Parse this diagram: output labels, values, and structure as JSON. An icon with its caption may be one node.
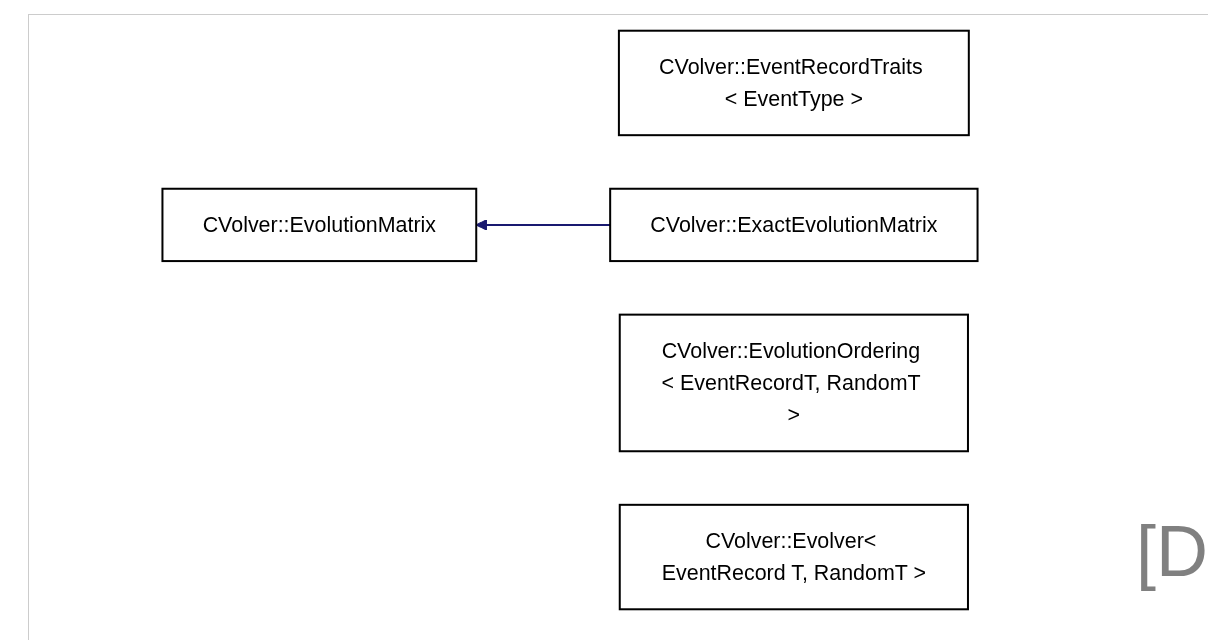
{
  "diagram": {
    "nodes": [
      {
        "text": [
          "CVolver::EventRecordTraits < EventType >"
        ]
      },
      {
        "text": [
          "CVolver::EvolutionMatrix"
        ]
      },
      {
        "text": [
          "CVolver::ExactEvolutionMatrix"
        ]
      },
      {
        "text": [
          "CVolver::EvolutionOrdering < EventRecordT, RandomT >"
        ]
      },
      {
        "text": [
          "CVolver::Evolver< EventRecord T, RandomT >"
        ]
      }
    ],
    "edges": [
      {
        "from": 2,
        "to": 1,
        "arrow": "to",
        "color": "#191970"
      }
    ],
    "labels": [
      "[D"
    ]
  }
}
